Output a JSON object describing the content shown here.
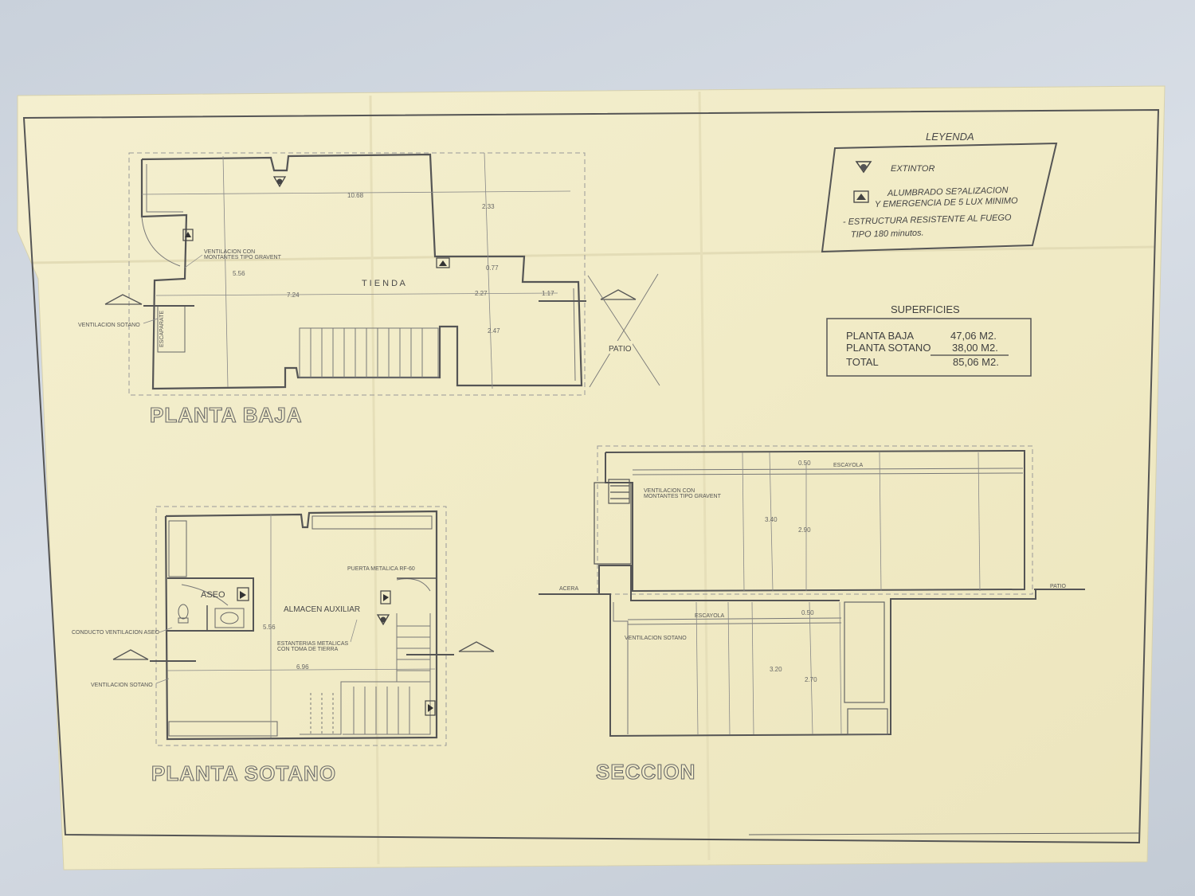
{
  "legend": {
    "title": "LEYENDA",
    "extintor": "EXTINTOR",
    "alumbrado_1": "ALUMBRADO SE?ALIZACION",
    "alumbrado_2": "Y EMERGENCIA DE 5 LUX MINIMO",
    "estructura_1": "- ESTRUCTURA RESISTENTE AL FUEGO",
    "estructura_2": "TIPO 180 minutos."
  },
  "superficies": {
    "title": "SUPERFICIES",
    "rows": [
      {
        "label": "PLANTA BAJA",
        "value": "47,06 M2."
      },
      {
        "label": "PLANTA SOTANO",
        "value": "38,00 M2."
      },
      {
        "label": "TOTAL",
        "value": "85,06 M2."
      }
    ]
  },
  "planta_baja": {
    "title": "PLANTA BAJA",
    "tienda": "T I E N D A",
    "patio": "PATIO",
    "escaparate": "ESCAPARATE",
    "vent_montantes_1": "VENTILACION CON",
    "vent_montantes_2": "MONTANTES TIPO GRAVENT",
    "vent_sotano": "VENTILACION SOTANO",
    "dims": {
      "d1068": "10.68",
      "d556": "5.56",
      "d724": "7.24",
      "d227": "2.27",
      "d117": "1.17",
      "d233": "2.33",
      "d077": "0.77",
      "d247": "2.47"
    }
  },
  "planta_sotano": {
    "title": "PLANTA SOTANO",
    "aseo": "ASEO",
    "almacen": "ALMACEN AUXILIAR",
    "puerta": "PUERTA METALICA RF-60",
    "estanterias_1": "ESTANTERIAS METALICAS",
    "estanterias_2": "CON TOMA DE TIERRA",
    "conducto": "CONDUCTO VENTILACION ASEO",
    "vent_sotano": "VENTILACION SOTANO",
    "dims": {
      "d556": "5.56",
      "d696": "6.96"
    }
  },
  "seccion": {
    "title": "SECCION",
    "escayola": "ESCAYOLA",
    "vent_montantes_1": "VENTILACION CON",
    "vent_montantes_2": "MONTANTES TIPO GRAVENT",
    "acera": "ACERA",
    "patio": "PATIO",
    "vent_sotano": "VENTILACION SOTANO",
    "dims": {
      "d050a": "0.50",
      "d340": "3.40",
      "d290": "2.90",
      "d050b": "0.50",
      "d320": "3.20",
      "d270": "2.70"
    }
  },
  "colors": {
    "paper": "#f3edc9",
    "line": "#555555",
    "background": "#cdd4dd"
  }
}
